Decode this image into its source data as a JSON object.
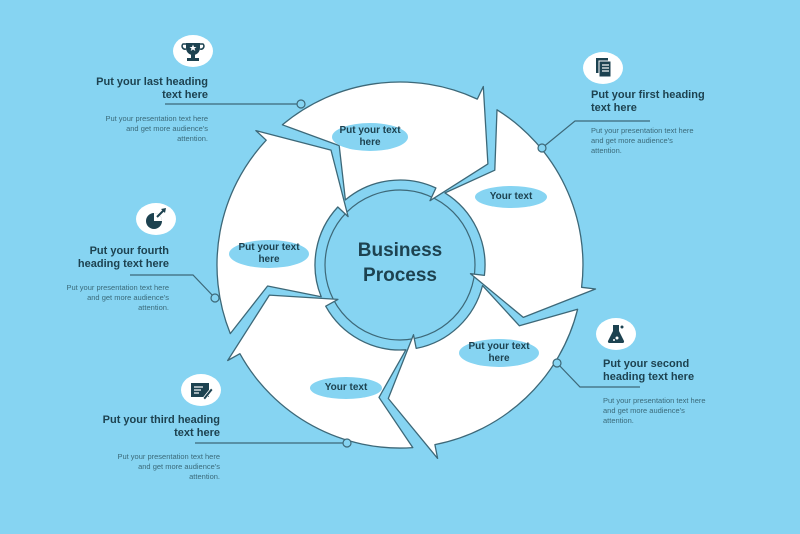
{
  "center": {
    "title_line1": "Business",
    "title_line2": "Process"
  },
  "segments": [
    {
      "label_line1": "Put your text",
      "label_line2": "here"
    },
    {
      "label_line1": "Your text",
      "label_line2": ""
    },
    {
      "label_line1": "Put your text",
      "label_line2": "here"
    },
    {
      "label_line1": "Your text",
      "label_line2": ""
    },
    {
      "label_line1": "Put your text",
      "label_line2": "here"
    }
  ],
  "callouts": {
    "first": {
      "heading_line1": "Put your first heading",
      "heading_line2": "text here",
      "desc_line1": "Put your presentation text here",
      "desc_line2": "and get more audience's",
      "desc_line3": "attention.",
      "icon": "document-icon"
    },
    "second": {
      "heading_line1": "Put your second",
      "heading_line2": "heading text here",
      "desc_line1": "Put your presentation text here",
      "desc_line2": "and get more audience's",
      "desc_line3": "attention.",
      "icon": "flask-icon"
    },
    "third": {
      "heading_line1": "Put your third heading",
      "heading_line2": "text here",
      "desc_line1": "Put your presentation text here",
      "desc_line2": "and get more audience's",
      "desc_line3": "attention.",
      "icon": "edit-note-icon"
    },
    "fourth": {
      "heading_line1": "Put your fourth",
      "heading_line2": "heading text here",
      "desc_line1": "Put your presentation text here",
      "desc_line2": "and get more audience's",
      "desc_line3": "attention.",
      "icon": "pie-chart-icon"
    },
    "last": {
      "heading_line1": "Put your last heading",
      "heading_line2": "text here",
      "desc_line1": "Put your presentation text here",
      "desc_line2": "and get more audience's",
      "desc_line3": "attention.",
      "icon": "trophy-icon"
    }
  },
  "colors": {
    "background": "#86d4f2",
    "stroke": "#3d6878",
    "pill": "#86d4f2",
    "text_dark": "#1d4250"
  }
}
